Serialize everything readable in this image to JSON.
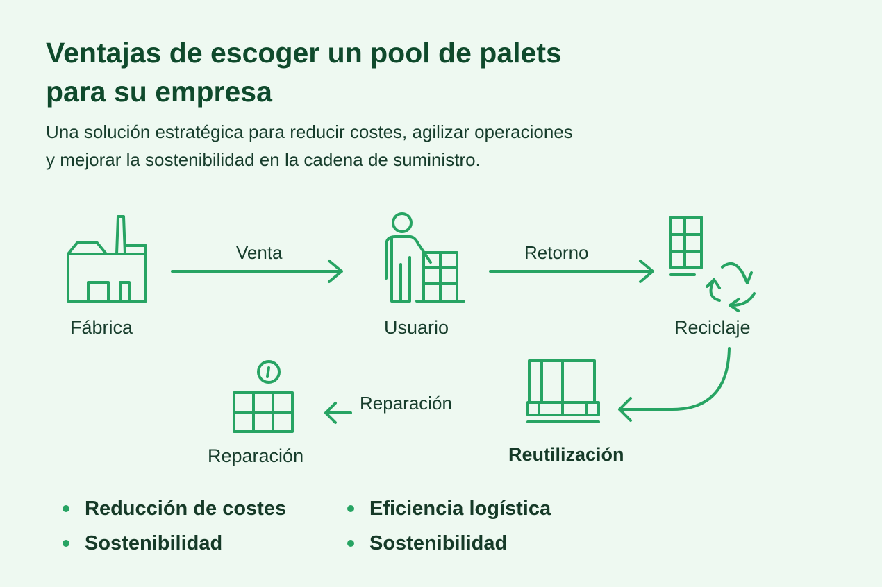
{
  "header": {
    "title_line1": "Ventajas de escoger un pool de palets",
    "title_line2": "para su empresa",
    "subtitle_line1": "Una solución estratégica para reducir costes, agilizar operaciones",
    "subtitle_line2": "y mejorar la sostenibilidad en la cadena de suministro."
  },
  "diagram": {
    "nodes": {
      "factory": "Fábrica",
      "user": "Usuario",
      "recycling": "Reciclaje",
      "reuse": "Reutilización",
      "repair": "Reparación"
    },
    "edges": {
      "sale": "Venta",
      "return": "Retorno",
      "repair": "Reparación"
    }
  },
  "benefits": [
    "Reducción de costes",
    "Eficiencia logística",
    "Sostenibilidad",
    "Sostenibilidad"
  ],
  "colors": {
    "accent": "#27a463",
    "background": "#eef9f1",
    "title": "#0f4a2c"
  }
}
